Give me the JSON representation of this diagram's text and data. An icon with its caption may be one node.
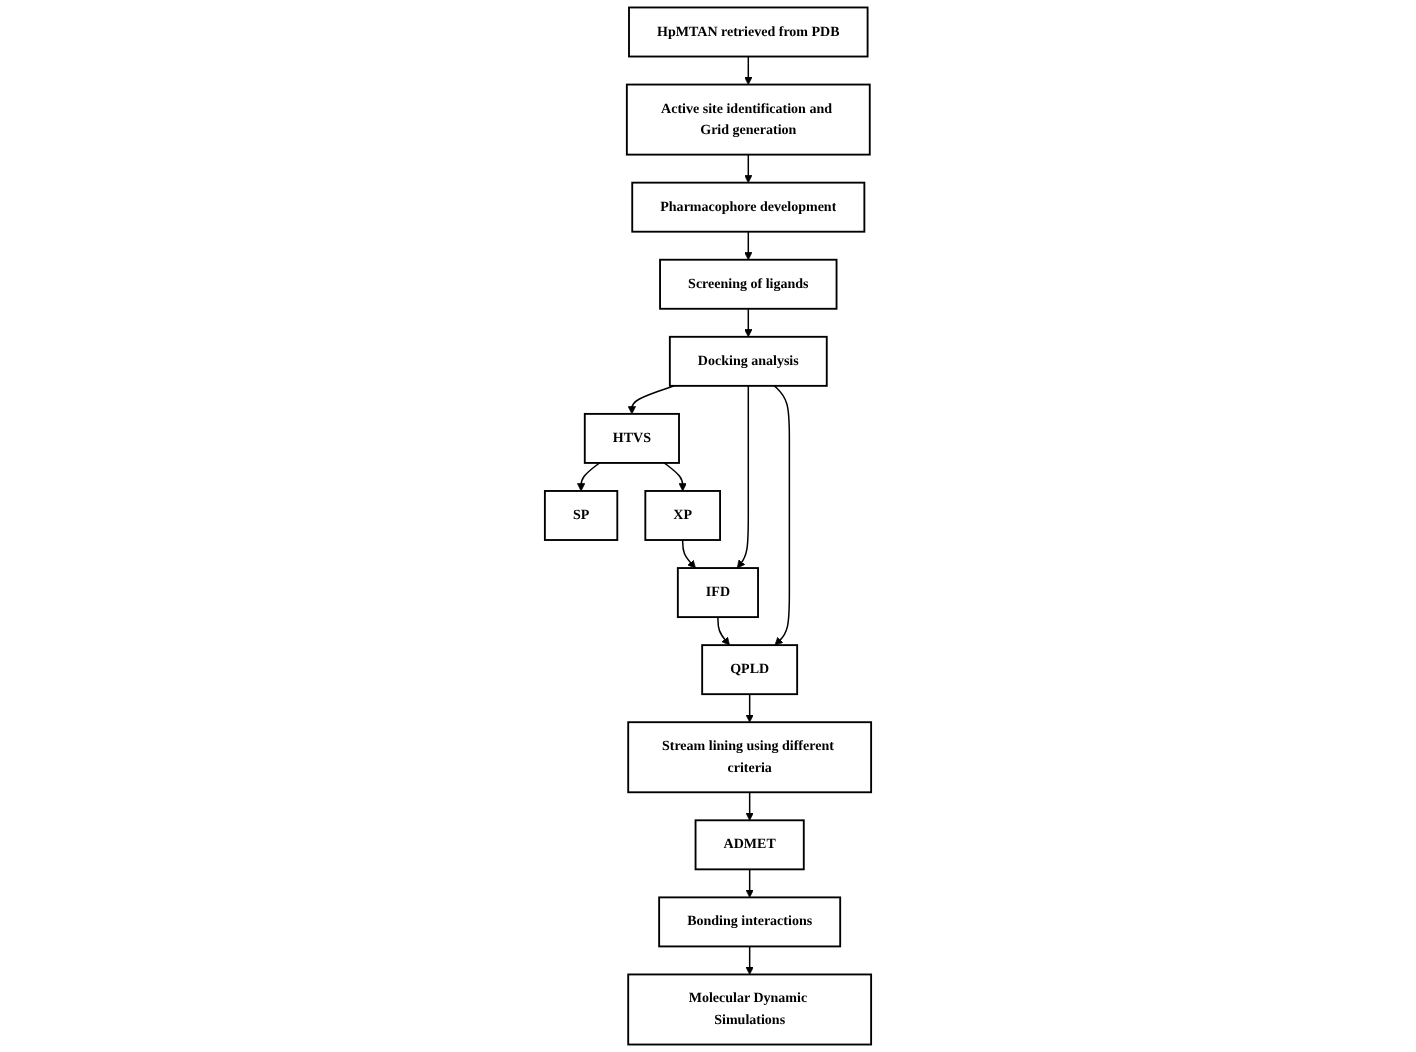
{
  "diagram": {
    "nodes": [
      {
        "text": [
          "HpMTAN retrieved from PDB"
        ]
      },
      {
        "text": [
          "Active site identification and Grid generation"
        ]
      },
      {
        "text": [
          "Pharmacophore development"
        ]
      },
      {
        "text": [
          "Screening of ligands"
        ]
      },
      {
        "text": [
          "Docking analysis"
        ]
      },
      {
        "text": [
          "HTVS"
        ]
      },
      {
        "text": [
          "SP"
        ]
      },
      {
        "text": [
          "XP"
        ]
      },
      {
        "text": [
          "IFD"
        ]
      },
      {
        "text": [
          "QPLD"
        ]
      },
      {
        "text": [
          "Stream lining using different criteria"
        ]
      },
      {
        "text": [
          "ADMET"
        ]
      },
      {
        "text": [
          "Bonding interactions"
        ]
      },
      {
        "text": [
          "Molecular Dynamic Simulations"
        ]
      }
    ],
    "edges": [
      {
        "from": 0,
        "to": 1,
        "arrow": "to"
      },
      {
        "from": 1,
        "to": 2,
        "arrow": "to"
      },
      {
        "from": 2,
        "to": 3,
        "arrow": "to"
      },
      {
        "from": 3,
        "to": 4,
        "arrow": "to"
      },
      {
        "from": 4,
        "to": 5,
        "arrow": "to"
      },
      {
        "from": 4,
        "to": 8,
        "arrow": "to"
      },
      {
        "from": 4,
        "to": 9,
        "arrow": "to"
      },
      {
        "from": 5,
        "to": 6,
        "arrow": "to"
      },
      {
        "from": 5,
        "to": 7,
        "arrow": "to"
      },
      {
        "from": 7,
        "to": 8,
        "arrow": "to"
      },
      {
        "from": 8,
        "to": 9,
        "arrow": "to"
      },
      {
        "from": 9,
        "to": 10,
        "arrow": "to"
      },
      {
        "from": 10,
        "to": 11,
        "arrow": "to"
      },
      {
        "from": 11,
        "to": 12,
        "arrow": "to"
      },
      {
        "from": 12,
        "to": 13,
        "arrow": "to"
      }
    ]
  }
}
